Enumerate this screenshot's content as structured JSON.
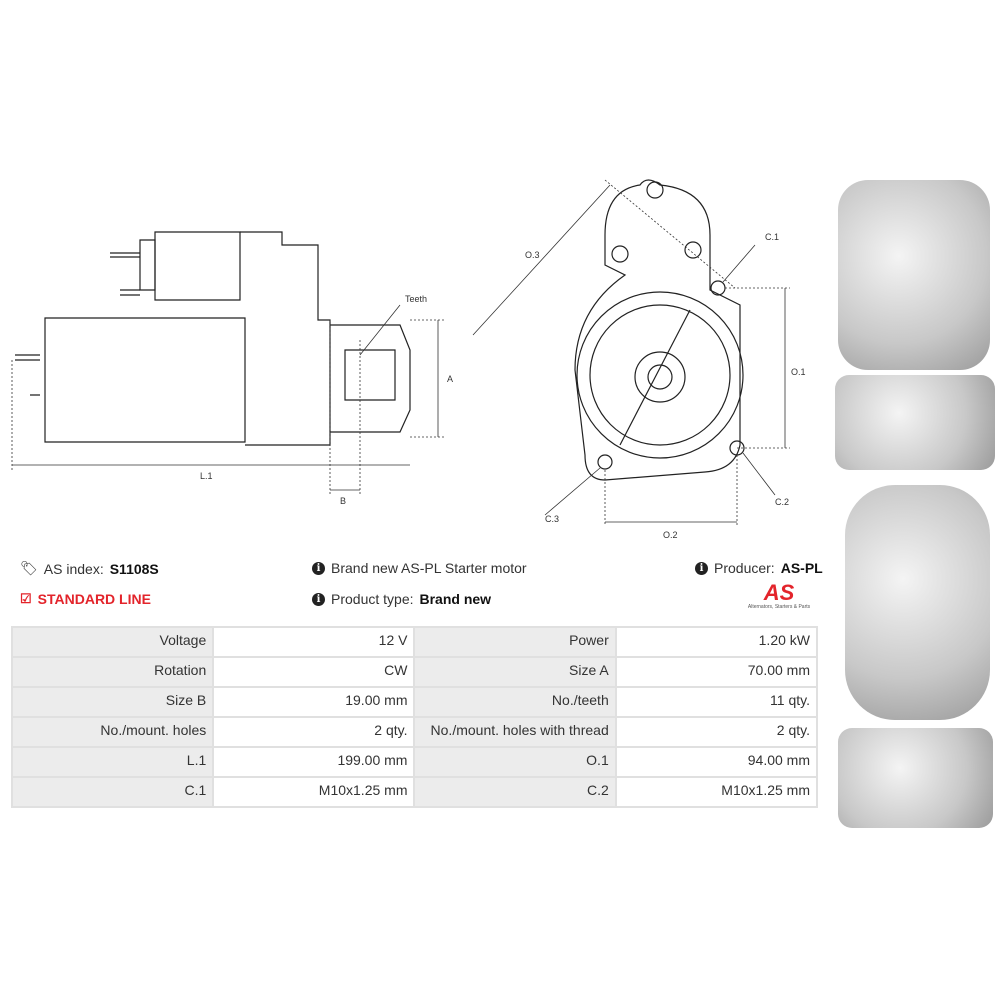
{
  "diagram": {
    "labels": {
      "teeth": "Teeth",
      "a": "A",
      "b": "B",
      "l1": "L.1",
      "o1": "O.1",
      "o2": "O.2",
      "o3": "O.3",
      "c1": "C.1",
      "c2": "C.2",
      "c3": "C.3"
    }
  },
  "info": {
    "as_index_label": "AS index:",
    "as_index_value": "S1108S",
    "standard_line": "STANDARD LINE",
    "description": "Brand new AS-PL Starter motor",
    "product_type_label": "Product type:",
    "product_type_value": "Brand new",
    "producer_label": "Producer:",
    "producer_value": "AS-PL",
    "logo_text": "AS",
    "logo_tagline": "Alternators, Starters & Parts"
  },
  "specs": [
    [
      {
        "k": "Voltage",
        "v": "12 V"
      },
      {
        "k": "Power",
        "v": "1.20 kW"
      }
    ],
    [
      {
        "k": "Rotation",
        "v": "CW"
      },
      {
        "k": "Size A",
        "v": "70.00 mm"
      }
    ],
    [
      {
        "k": "Size B",
        "v": "19.00 mm"
      },
      {
        "k": "No./teeth",
        "v": "11 qty."
      }
    ],
    [
      {
        "k": "No./mount. holes",
        "v": "2 qty."
      },
      {
        "k": "No./mount. holes with thread",
        "v": "2 qty."
      }
    ],
    [
      {
        "k": "L.1",
        "v": "199.00 mm"
      },
      {
        "k": "O.1",
        "v": "94.00 mm"
      }
    ],
    [
      {
        "k": "C.1",
        "v": "M10x1.25 mm"
      },
      {
        "k": "C.2",
        "v": "M10x1.25 mm"
      }
    ]
  ],
  "colors": {
    "accent": "#e3242b"
  }
}
